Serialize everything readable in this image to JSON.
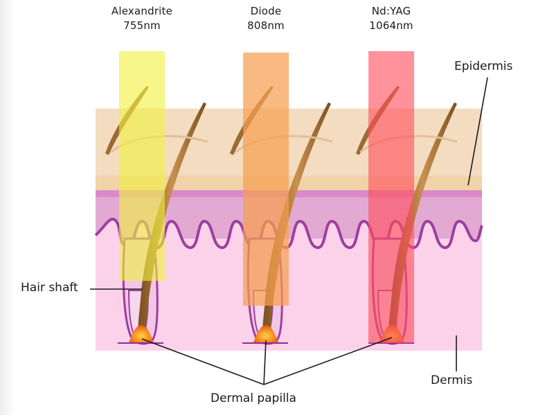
{
  "lasers": [
    {
      "name": "Alexandrite",
      "wavelength": "755nm",
      "color": "#f0f040"
    },
    {
      "name": "Diode",
      "wavelength": "808nm",
      "color": "#f7a050"
    },
    {
      "name": "Nd:YAG",
      "wavelength": "1064nm",
      "color": "#ff4f5c"
    }
  ],
  "labels": {
    "epidermis": "Epidermis",
    "dermis": "Dermis",
    "hair_shaft": "Hair shaft",
    "dermal_papilla": "Dermal papilla"
  },
  "colors": {
    "epidermis": "#f3dcc0",
    "basal_layer": "#e0a6cf",
    "dermis": "#fbd2ea",
    "dermal_border": "#9b3f9e",
    "hair": "#b07a3e",
    "papilla": "#f58a1f"
  }
}
